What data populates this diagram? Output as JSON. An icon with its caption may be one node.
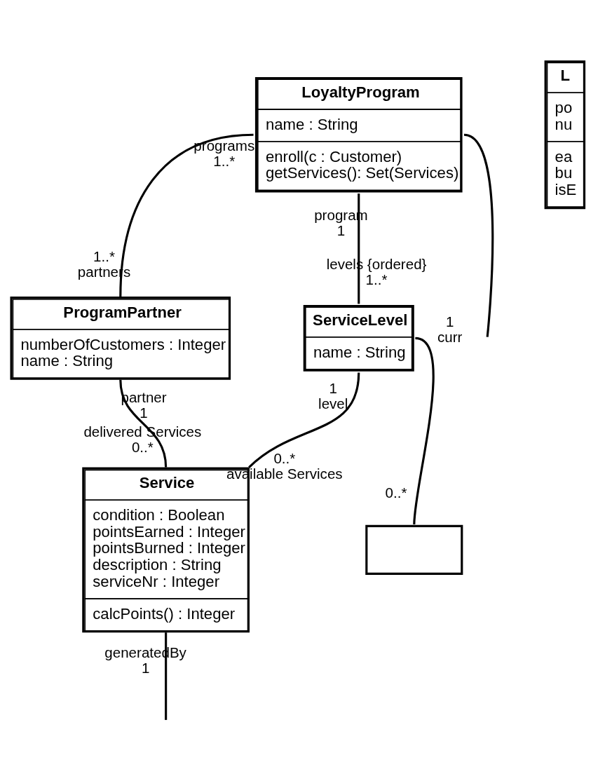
{
  "diagram": {
    "nodes": [
      {
        "text": [
          "LoyaltyProgram",
          "name : String",
          "enroll(c : Customer)",
          "getServices(): Set(Services)"
        ]
      },
      {
        "text": [
          "ProgramPartner",
          "numberOfCustomers : Integer",
          "name : String"
        ]
      },
      {
        "text": [
          "ServiceLevel",
          "name : String"
        ]
      },
      {
        "text": [
          "Service",
          "condition : Boolean",
          "pointsEarned : Integer",
          "pointsBurned : Integer",
          "description : String",
          "serviceNr : Integer",
          "calcPoints() : Integer"
        ]
      },
      {
        "text": [],
        "shape": "box"
      },
      {
        "text": [
          "L",
          "po",
          "nu",
          "ea",
          "bu",
          "isE"
        ]
      }
    ],
    "edges": [
      {
        "from": 0,
        "to": 1,
        "arrow": "none"
      },
      {
        "from": 0,
        "to": 2,
        "arrow": "none"
      },
      {
        "from": 1,
        "to": 3,
        "arrow": "none"
      },
      {
        "from": 2,
        "to": 3,
        "arrow": "none"
      },
      {
        "from": 2,
        "to": 4,
        "arrow": "none"
      },
      {
        "from": 0,
        "to": null,
        "arrow": "none"
      },
      {
        "from": 3,
        "to": null,
        "arrow": "none"
      }
    ],
    "labels": [
      "programs",
      "1..*",
      "program",
      "1",
      "1..*",
      "partners",
      "0..*",
      "partner",
      "1",
      "levels {ordered}",
      "1..*",
      "1",
      "curr",
      "delivered Services",
      "0..*",
      "1",
      "level",
      "0..*",
      "available Services",
      "generatedBy",
      "1"
    ]
  }
}
